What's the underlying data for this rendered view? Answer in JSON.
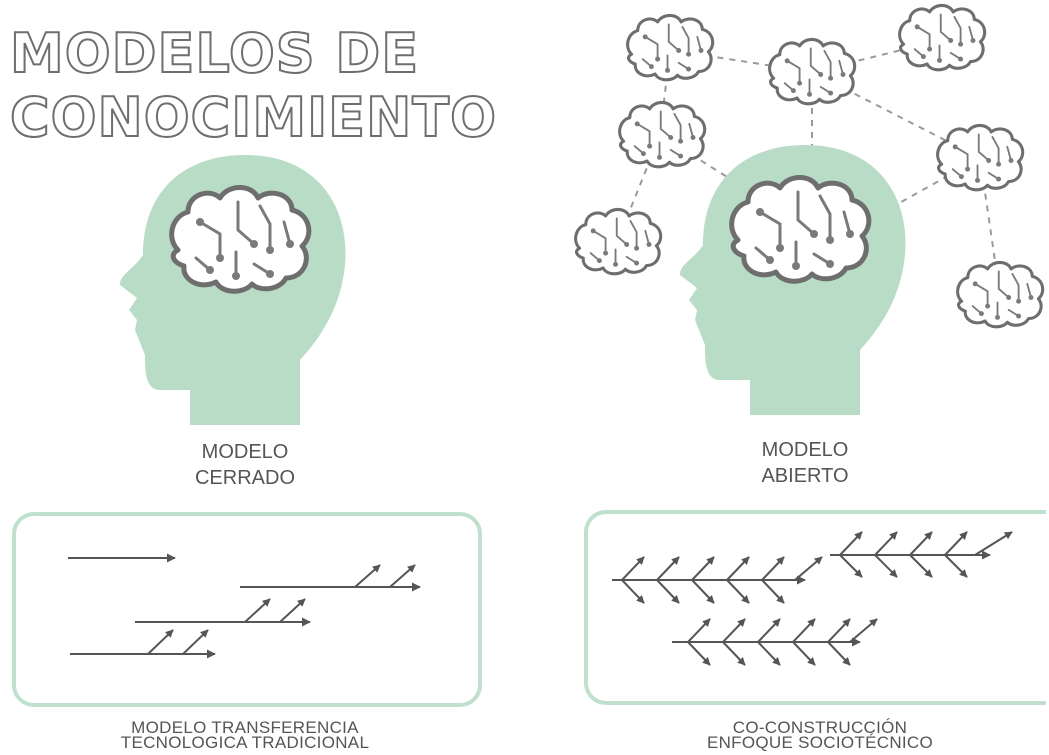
{
  "title": {
    "line1": "MODELOS DE",
    "line2": "CONOCIMIENTO"
  },
  "closed_model": {
    "line1": "MODELO",
    "line2": "CERRADO"
  },
  "open_model": {
    "line1": "MODELO",
    "line2": "ABIERTO"
  },
  "traditional_transfer": {
    "line1": "MODELO TRANSFERENCIA",
    "line2": "TECNOLOGICA TRADICIONAL"
  },
  "co_construction": {
    "line1": "CO-CONSTRUCCIÓN",
    "line2": "ENFOQUE SOCIOTÉCNICO"
  },
  "colors": {
    "head": "#b9dcc6",
    "outline": "#6e6e6e",
    "box_border": "#bfe0cd",
    "arrow": "#555555",
    "dashed": "#9a9a9a"
  },
  "icons": [
    "head-silhouette-icon",
    "brain-circuit-icon",
    "arrow-icon"
  ]
}
